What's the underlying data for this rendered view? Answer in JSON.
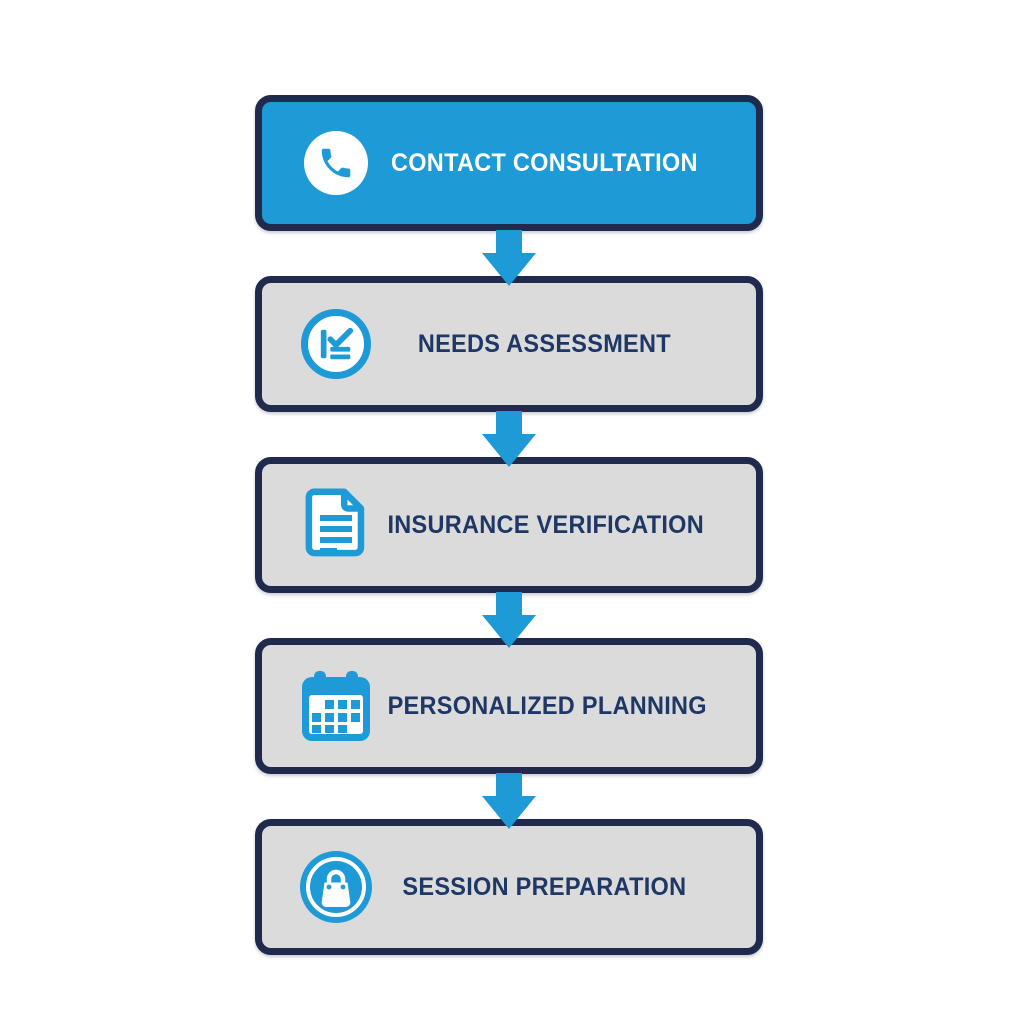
{
  "flowchart": {
    "type": "vertical-process-flow",
    "direction": "top-to-bottom",
    "steps": [
      {
        "label": "CONTACT CONSULTATION",
        "icon": "phone-icon",
        "variant": "primary"
      },
      {
        "label": "NEEDS ASSESSMENT",
        "icon": "checklist-icon",
        "variant": "default"
      },
      {
        "label": "INSURANCE VERIFICATION",
        "icon": "document-icon",
        "variant": "default"
      },
      {
        "label": "PERSONALIZED PLANNING",
        "icon": "calendar-icon",
        "variant": "default"
      },
      {
        "label": "SESSION PREPARATION",
        "icon": "shopping-bag-icon",
        "variant": "default"
      }
    ],
    "connectors": {
      "shape": "down-arrow",
      "count": 4,
      "color": "#1e9ad6"
    },
    "colors": {
      "accent_blue": "#1e9ad6",
      "navy_border": "#1f2a4d",
      "gray_fill": "#dbdbdb",
      "navy_text": "#1e3765",
      "white": "#ffffff",
      "background": "#ffffff"
    }
  }
}
